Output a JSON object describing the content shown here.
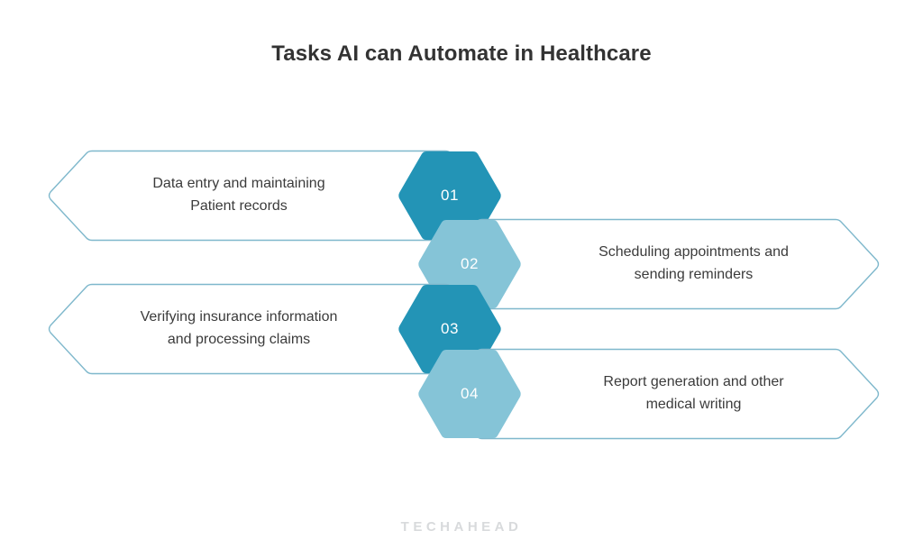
{
  "page": {
    "title": "Tasks AI can Automate in Healthcare",
    "background_color": "#ffffff",
    "title_color": "#333333",
    "body_text_color": "#3b3b3b"
  },
  "theme": {
    "hex_dark_color": "#2394b6",
    "hex_light_color": "#85c4d7",
    "banner_outline_color": "#7fb8cc",
    "banner_fill_color": "#ffffff",
    "number_text_color": "#ffffff",
    "brand_color": "#d8dadc"
  },
  "items": [
    {
      "number": "01",
      "label": "Data entry and maintaining Patient records",
      "line1": "Data entry and maintaining",
      "line2": "Patient records",
      "side": "left",
      "badge_style": "dark"
    },
    {
      "number": "02",
      "label": "Scheduling appointments and sending reminders",
      "line1": "Scheduling appointments and",
      "line2": "sending reminders",
      "side": "right",
      "badge_style": "light"
    },
    {
      "number": "03",
      "label": "Verifying insurance information and processing claims",
      "line1": "Verifying insurance information",
      "line2": "and processing claims",
      "side": "left",
      "badge_style": "dark"
    },
    {
      "number": "04",
      "label": "Report generation and other medical writing",
      "line1": "Report generation and other",
      "line2": "medical writing",
      "side": "right",
      "badge_style": "light"
    }
  ],
  "footer": {
    "brand": "TECHAHEAD"
  }
}
